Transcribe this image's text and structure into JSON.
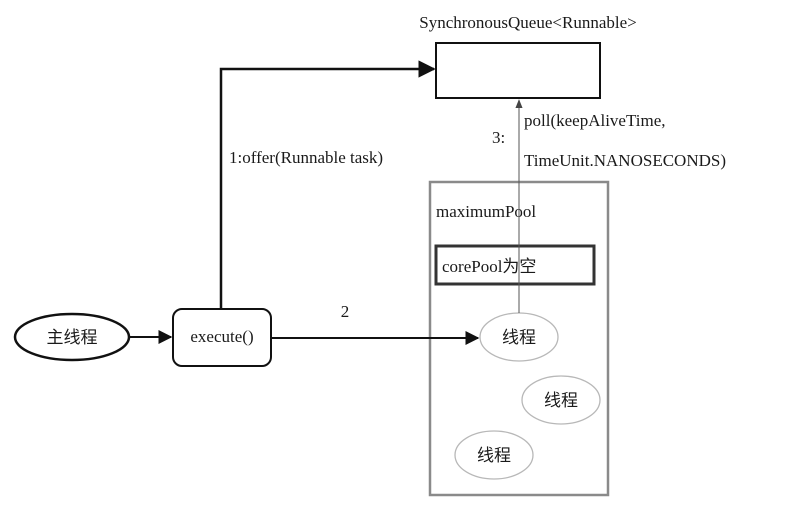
{
  "queue": {
    "title": "SynchronousQueue<Runnable>"
  },
  "main_thread": {
    "label": "主线程"
  },
  "execute": {
    "label": "execute()"
  },
  "edges": {
    "offer": "1:offer(Runnable task)",
    "submit": "2",
    "poll_step": "3:",
    "poll_line1": "poll(keepAliveTime,",
    "poll_line2": "TimeUnit.NANOSECONDS)"
  },
  "pool": {
    "title": "maximumPool",
    "core_pool": "corePool为空",
    "threads": [
      "线程",
      "线程",
      "线程"
    ]
  },
  "colors": {
    "line": "#111111",
    "thin_line": "#555555",
    "pool_border": "#8a8a8a",
    "thread_border": "#b8b8b8"
  }
}
